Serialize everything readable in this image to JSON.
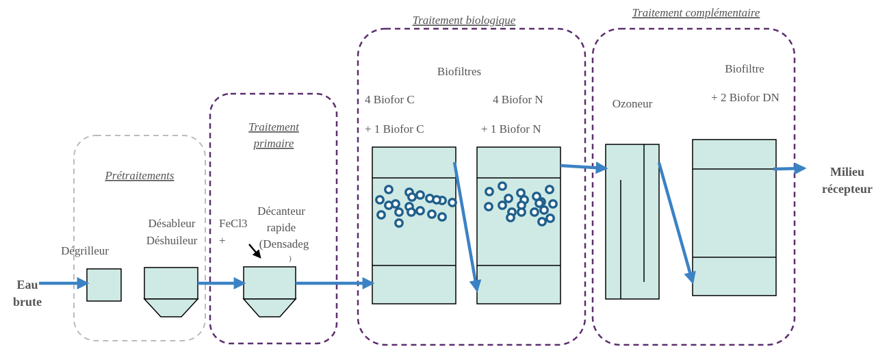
{
  "colors": {
    "tank_fill": "#cfeae4",
    "stroke": "#000000",
    "flow_arrow": "#3b82c4",
    "pretreatment_border": "#bbbbbb",
    "section_border": "#5c2d6e",
    "media_bead": "#1f5f8c",
    "text": "#555555"
  },
  "inlet": {
    "line1": "Eau",
    "line2": "brute"
  },
  "outlet": {
    "line1": "Milieu",
    "line2": "récepteur"
  },
  "sections": {
    "pretraitements": {
      "title": "Prétraitements"
    },
    "primaire": {
      "title_line1": "Traitement",
      "title_line2": "primaire"
    },
    "biologique": {
      "title": "Traitement biologique"
    },
    "complementaire": {
      "title": "Traitement complémentaire"
    }
  },
  "units": {
    "degrilleur": {
      "label": "Dégrilleur"
    },
    "desableur": {
      "line1": "Désableur",
      "line2": "Déshuileur"
    },
    "reagent": {
      "line1": "FeCl3",
      "line2": "+"
    },
    "decanteur": {
      "line1": "Décanteur",
      "line2": "rapide",
      "line3": "(Densadeg",
      "line4": ")"
    },
    "biofiltres_heading": "Biofiltres",
    "biofor_c": {
      "line1": "4 Biofor C",
      "line2": "+ 1 Biofor C"
    },
    "biofor_n": {
      "line1": "4 Biofor N",
      "line2": "+ 1 Biofor N"
    },
    "ozoneur": {
      "label": "Ozoneur"
    },
    "biofiltre_dn": {
      "line1": "Biofiltre",
      "line2": "+ 2 Biofor DN"
    }
  }
}
